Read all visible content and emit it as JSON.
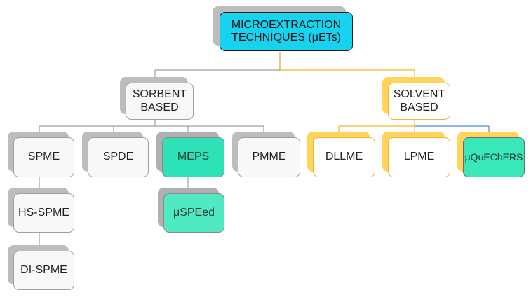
{
  "title": "MICROEXTRACTION\nTECHNIQUES (μETs)",
  "groups": {
    "sorbent": "SORBENT\nBASED",
    "solvent": "SOLVENT\nBASED"
  },
  "sorbent_children": {
    "spme": "SPME",
    "spde": "SPDE",
    "meps": "MEPS",
    "pmme": "PMME"
  },
  "spme_children": {
    "hs_spme": "HS-SPME",
    "di_spme": "DI-SPME"
  },
  "meps_children": {
    "muspeed": "μSPEed"
  },
  "solvent_children": {
    "dllme": "DLLME",
    "lpme": "LPME",
    "muquechers": "μQuEChERS"
  },
  "colors": {
    "root": "#18d3f0",
    "sorbent_branch": "#9e9e9e",
    "solvent_branch": "#f2b431",
    "highlight": "#2de2b6",
    "quechers_link": "#4a8fd6"
  }
}
